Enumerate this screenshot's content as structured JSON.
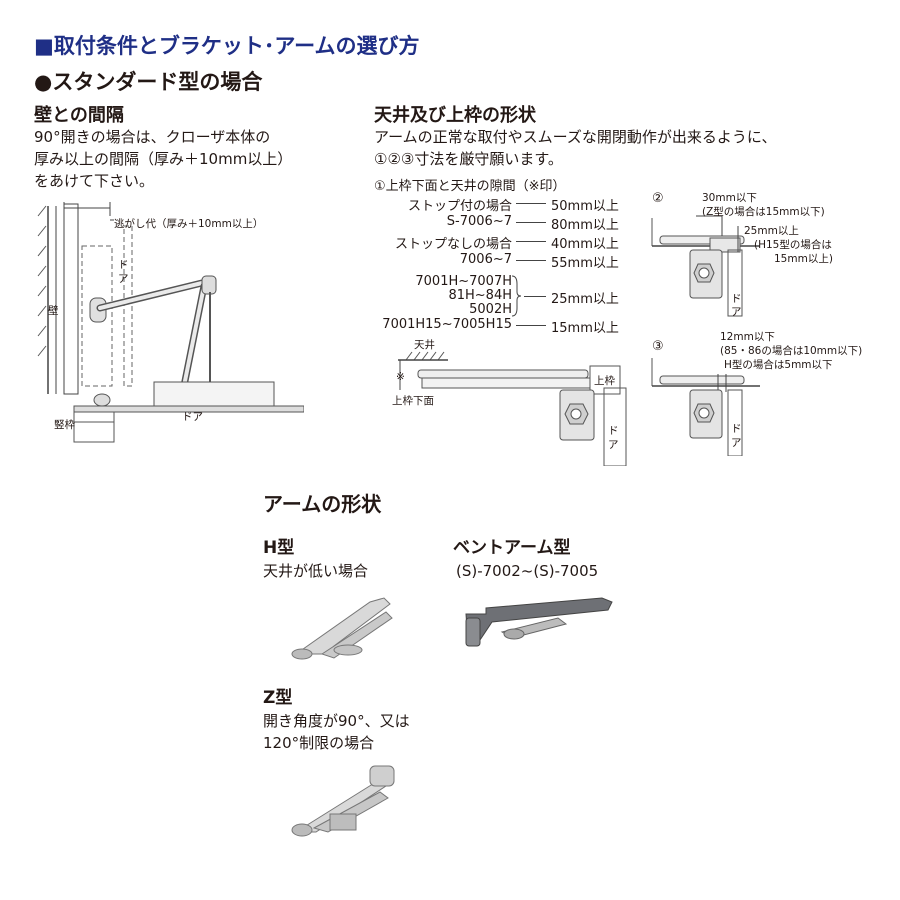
{
  "header": {
    "title": "■取付条件とブラケット･アームの選び方",
    "subtitle": "●スタンダード型の場合"
  },
  "wall": {
    "heading": "壁との間隔",
    "description": [
      "90°開きの場合は、クローザ本体の",
      "厚み以上の間隔（厚み＋10mm以上）",
      "をあけて下さい。"
    ],
    "labels": {
      "clearance": "逃がし代（厚み＋10mm以上）",
      "door_upper": "ドア",
      "wall": "壁",
      "door_lower": "ドア",
      "jamb": "竪枠"
    }
  },
  "ceiling": {
    "heading": "天井及び上枠の形状",
    "description": [
      "アームの正常な取付やスムーズな開閉動作が出来るように、",
      "①②③寸法を厳守願います。"
    ],
    "gap_title": "①上枠下面と天井の隙間（※印）",
    "requirements": [
      {
        "label": "ストップ付の場合",
        "value": "50mm以上"
      },
      {
        "label": "S-7006~7",
        "value": "80mm以上"
      },
      {
        "label": "ストップなしの場合",
        "value": "40mm以上"
      },
      {
        "label": "7006~7",
        "value": "55mm以上"
      },
      {
        "label": "7001H~7007H",
        "value": ""
      },
      {
        "label": "81H~84H",
        "value": "25mm以上"
      },
      {
        "label": "5002H",
        "value": ""
      },
      {
        "label": "7001H15~7005H15",
        "value": "15mm以上"
      }
    ],
    "diagram1_labels": {
      "ceiling": "天井",
      "mark": "※",
      "frame_bottom": "上枠下面",
      "top_frame": "上枠",
      "door": "ドア"
    },
    "diagram2": {
      "num": "②",
      "line1": "30mm以下",
      "line2": "(Z型の場合は15mm以下)",
      "line3": "25mm以上",
      "line4": "(H15型の場合は",
      "line5": "15mm以上)",
      "door": "ドア"
    },
    "diagram3": {
      "num": "③",
      "line1": "12mm以下",
      "line2": "(85・86の場合は10mm以下)",
      "line3": "H型の場合は5mm以下",
      "door": "ドア"
    }
  },
  "arms": {
    "heading": "アームの形状",
    "h_type": {
      "name": "H型",
      "desc": "天井が低い場合"
    },
    "bent_type": {
      "name": "ベントアーム型",
      "desc": "(S)-7002~(S)-7005"
    },
    "z_type": {
      "name": "Z型",
      "desc": [
        "開き角度が90°、又は",
        "120°制限の場合"
      ]
    }
  }
}
